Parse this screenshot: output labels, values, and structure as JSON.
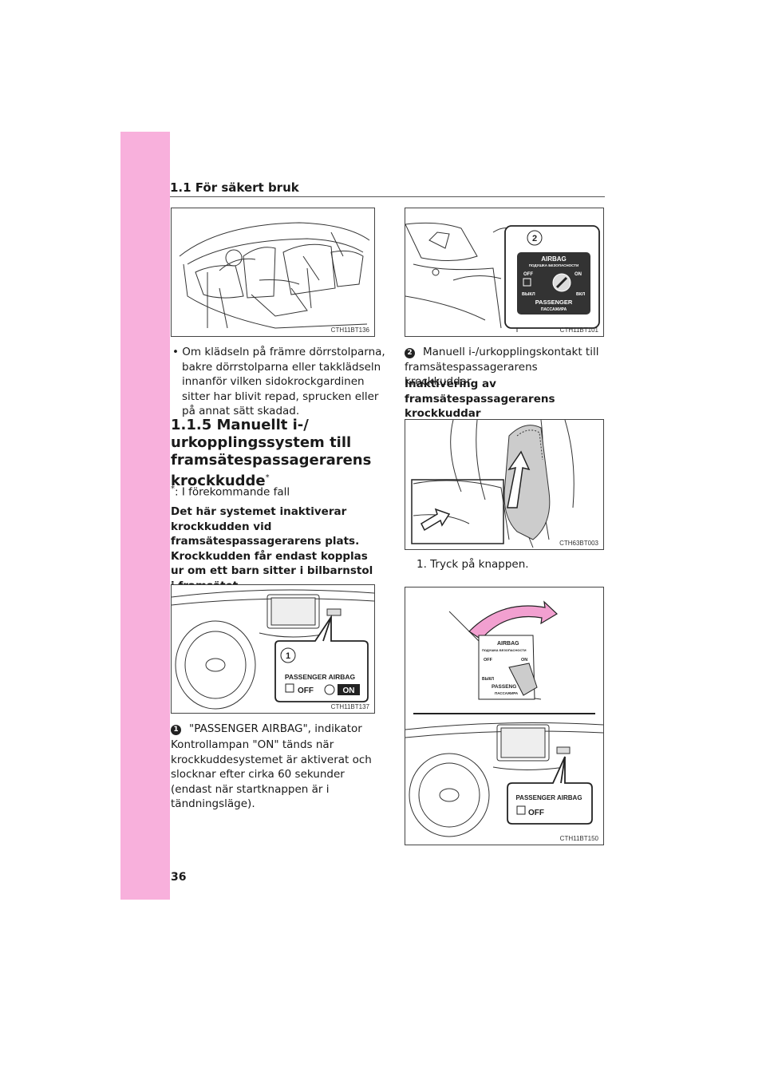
{
  "section_header": "1.1  För säkert bruk",
  "page_number": "36",
  "figures": {
    "fig1": {
      "code": "CTH11BT136"
    },
    "fig2": {
      "code": "CTH11BT101",
      "callout": "2",
      "label_airbag": "AIRBAG",
      "label_ru_top": "ПОДУШКА  БЕЗОПАСНОСТИ",
      "label_off": "OFF",
      "label_on": "ON",
      "label_vykl": "ВЫКЛ",
      "label_vkl": "ВКЛ",
      "label_passenger": "PASSENGER",
      "label_ru_bottom": "ПАССАЖИРА"
    },
    "fig3": {
      "code": "CTH11BT137",
      "callout": "1",
      "label_passenger_airbag": "PASSENGER AIRBAG",
      "label_off": "OFF",
      "label_on": "ON"
    },
    "fig4": {
      "code": "CTH63BT003"
    },
    "fig5": {
      "code": "CTH11BT150",
      "label_airbag": "AIRBAG",
      "label_ru_top": "ПОДУШКА  БЕЗОПАСНОСТИ",
      "label_off": "OFF",
      "label_on": "ON",
      "label_vykl": "ВЫКЛ",
      "label_passenger": "PASSENG",
      "label_ru_bottom": "ПАССАЖИРА",
      "label_passenger_airbag": "PASSENGER AIRBAG",
      "label_off2": "OFF"
    }
  },
  "left": {
    "bullet": "Om klädseln på främre dörrstolparna, bakre dörrstolparna eller takklädseln innanför vilken sidokrockgardinen sitter har blivit repad, sprucken eller på annat sätt skadad.",
    "heading": "1.1.5  Manuellt i-/ urkopplingssystem till framsätespassagerarens krockkudde",
    "heading_star": "*",
    "footnote_star": "*",
    "footnote": ": I förekommande fall",
    "bold_paragraph": "Det här systemet inaktiverar krockkudden vid framsätespassagerarens plats. Krockkudden får endast kopplas ur om ett barn sitter i bilbarnstol i framsätet.",
    "item1_num": "1",
    "item1_text": "\"PASSENGER AIRBAG\", indikator",
    "paragraph": "Kontrollampan \"ON\" tänds när krockkuddesystemet är aktiverat och slocknar efter cirka 60 sekunder (endast när startknappen är i tändningsläge)."
  },
  "right": {
    "item2_num": "2",
    "item2_text": "Manuell i-/urkopplingskontakt till framsätespassagerarens krockkuddar",
    "subheading": "Inaktivering av framsätespassagerarens krockkuddar",
    "step1": "1. Tryck på knappen."
  }
}
